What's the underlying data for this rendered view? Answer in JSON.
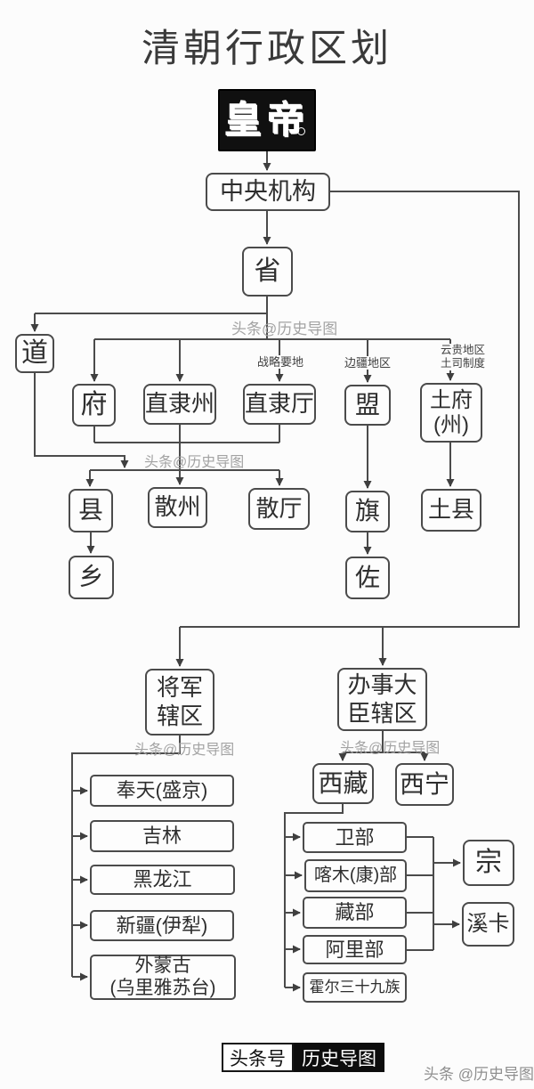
{
  "title": "清朝行政区划",
  "nodes": {
    "emperor": {
      "label": "皇帝"
    },
    "central": {
      "label": "中央机构"
    },
    "province": {
      "label": "省"
    },
    "circuit": {
      "label": "道"
    },
    "fu": {
      "label": "府"
    },
    "zhilizhou": {
      "label": "直隶州"
    },
    "zhiliting": {
      "label": "直隶厅"
    },
    "meng": {
      "label": "盟"
    },
    "tufu": {
      "line1": "土府",
      "line2": "(州)"
    },
    "xian": {
      "label": "县"
    },
    "sanzhou": {
      "label": "散州"
    },
    "santing": {
      "label": "散厅"
    },
    "qi": {
      "label": "旗"
    },
    "tuxian": {
      "label": "土县"
    },
    "xiang": {
      "label": "乡"
    },
    "zuo": {
      "label": "佐"
    },
    "general": {
      "line1": "将军",
      "line2": "辖区"
    },
    "amban": {
      "line1": "办事大",
      "line2": "臣辖区"
    },
    "fengtian": {
      "label": "奉天(盛京)"
    },
    "jilin": {
      "label": "吉林"
    },
    "heilongjiang": {
      "label": "黑龙江"
    },
    "xinjiang": {
      "label": "新疆(伊犁)"
    },
    "waimenggu": {
      "line1": "外蒙古",
      "line2": "(乌里雅苏台)"
    },
    "xizang": {
      "label": "西藏"
    },
    "xining": {
      "label": "西宁"
    },
    "weibu": {
      "label": "卫部"
    },
    "kamu": {
      "label": "喀木(康)部"
    },
    "zangbu": {
      "label": "藏部"
    },
    "alibu": {
      "label": "阿里部"
    },
    "huoer": {
      "label": "霍尔三十九族"
    },
    "zong": {
      "label": "宗"
    },
    "xika": {
      "label": "溪卡"
    }
  },
  "edge_labels": {
    "strategic": "战略要地",
    "frontier": "边疆地区",
    "yungui_line1": "云贵地区",
    "yungui_line2": "土司制度"
  },
  "watermarks": {
    "inline": "头条@历史导图",
    "footer": "头条 @历史导图"
  },
  "footer_logo": {
    "left": "头条号",
    "right": "历史导图"
  },
  "icons": {
    "emperor_seal": "small-white-circle"
  },
  "colors": {
    "line": "#4b4b4b",
    "box_border": "#4b4b4b",
    "emperor_bg": "#101010",
    "watermark": "#a3a3a3",
    "logo_bg": "#0d0d0d",
    "background": "#fcfcfc"
  }
}
